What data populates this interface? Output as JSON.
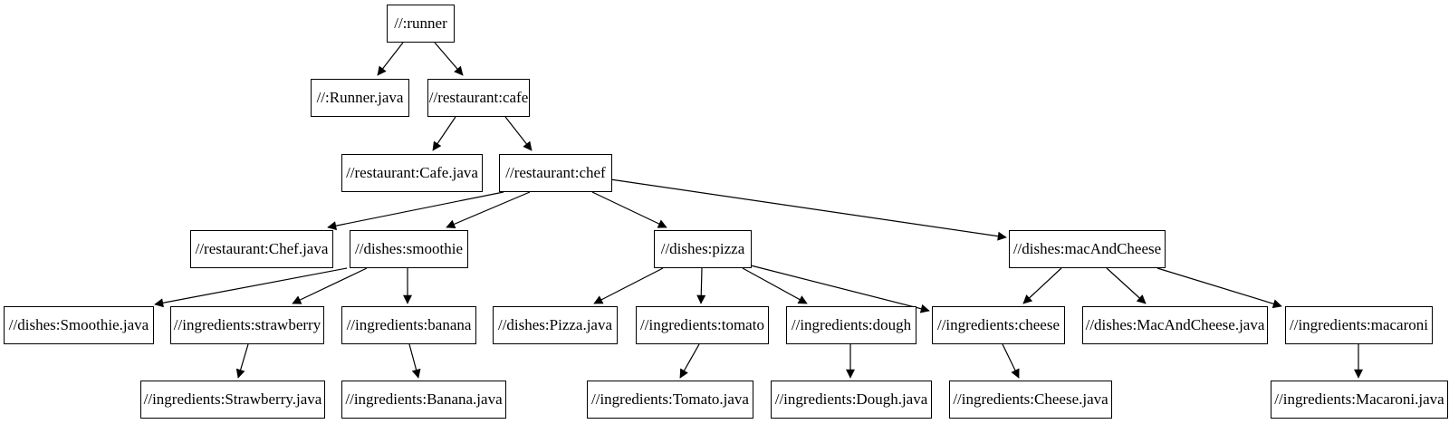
{
  "diagram": {
    "type": "build-dependency-graph",
    "background_color": "#ffffff",
    "node_fill_color": "#ffffff",
    "node_border_color": "#000000",
    "edge_color": "#000000",
    "text_color": "#000000",
    "nodes": [
      {
        "id": "runner",
        "label": "//:runner"
      },
      {
        "id": "runner-java",
        "label": "//:Runner.java"
      },
      {
        "id": "cafe",
        "label": "//restaurant:cafe"
      },
      {
        "id": "cafe-java",
        "label": "//restaurant:Cafe.java"
      },
      {
        "id": "chef",
        "label": "//restaurant:chef"
      },
      {
        "id": "chef-java",
        "label": "//restaurant:Chef.java"
      },
      {
        "id": "smoothie",
        "label": "//dishes:smoothie"
      },
      {
        "id": "pizza",
        "label": "//dishes:pizza"
      },
      {
        "id": "macandcheese",
        "label": "//dishes:macAndCheese"
      },
      {
        "id": "smoothie-java",
        "label": "//dishes:Smoothie.java"
      },
      {
        "id": "strawberry",
        "label": "//ingredients:strawberry"
      },
      {
        "id": "banana",
        "label": "//ingredients:banana"
      },
      {
        "id": "pizza-java",
        "label": "//dishes:Pizza.java"
      },
      {
        "id": "tomato",
        "label": "//ingredients:tomato"
      },
      {
        "id": "dough",
        "label": "//ingredients:dough"
      },
      {
        "id": "cheese",
        "label": "//ingredients:cheese"
      },
      {
        "id": "macandcheese-java",
        "label": "//dishes:MacAndCheese.java"
      },
      {
        "id": "macaroni",
        "label": "//ingredients:macaroni"
      },
      {
        "id": "strawberry-java",
        "label": "//ingredients:Strawberry.java"
      },
      {
        "id": "banana-java",
        "label": "//ingredients:Banana.java"
      },
      {
        "id": "tomato-java",
        "label": "//ingredients:Tomato.java"
      },
      {
        "id": "dough-java",
        "label": "//ingredients:Dough.java"
      },
      {
        "id": "cheese-java",
        "label": "//ingredients:Cheese.java"
      },
      {
        "id": "macaroni-java",
        "label": "//ingredients:Macaroni.java"
      }
    ],
    "edges": [
      {
        "from": "//:runner",
        "to": "//:Runner.java"
      },
      {
        "from": "//:runner",
        "to": "//restaurant:cafe"
      },
      {
        "from": "//restaurant:cafe",
        "to": "//restaurant:Cafe.java"
      },
      {
        "from": "//restaurant:cafe",
        "to": "//restaurant:chef"
      },
      {
        "from": "//restaurant:chef",
        "to": "//restaurant:Chef.java"
      },
      {
        "from": "//restaurant:chef",
        "to": "//dishes:smoothie"
      },
      {
        "from": "//restaurant:chef",
        "to": "//dishes:pizza"
      },
      {
        "from": "//restaurant:chef",
        "to": "//dishes:macAndCheese"
      },
      {
        "from": "//dishes:smoothie",
        "to": "//dishes:Smoothie.java"
      },
      {
        "from": "//dishes:smoothie",
        "to": "//ingredients:strawberry"
      },
      {
        "from": "//dishes:smoothie",
        "to": "//ingredients:banana"
      },
      {
        "from": "//dishes:pizza",
        "to": "//dishes:Pizza.java"
      },
      {
        "from": "//dishes:pizza",
        "to": "//ingredients:tomato"
      },
      {
        "from": "//dishes:pizza",
        "to": "//ingredients:dough"
      },
      {
        "from": "//dishes:pizza",
        "to": "//ingredients:cheese"
      },
      {
        "from": "//dishes:macAndCheese",
        "to": "//ingredients:cheese"
      },
      {
        "from": "//dishes:macAndCheese",
        "to": "//dishes:MacAndCheese.java"
      },
      {
        "from": "//dishes:macAndCheese",
        "to": "//ingredients:macaroni"
      },
      {
        "from": "//ingredients:strawberry",
        "to": "//ingredients:Strawberry.java"
      },
      {
        "from": "//ingredients:banana",
        "to": "//ingredients:Banana.java"
      },
      {
        "from": "//ingredients:tomato",
        "to": "//ingredients:Tomato.java"
      },
      {
        "from": "//ingredients:dough",
        "to": "//ingredients:Dough.java"
      },
      {
        "from": "//ingredients:cheese",
        "to": "//ingredients:Cheese.java"
      },
      {
        "from": "//ingredients:macaroni",
        "to": "//ingredients:Macaroni.java"
      }
    ]
  }
}
